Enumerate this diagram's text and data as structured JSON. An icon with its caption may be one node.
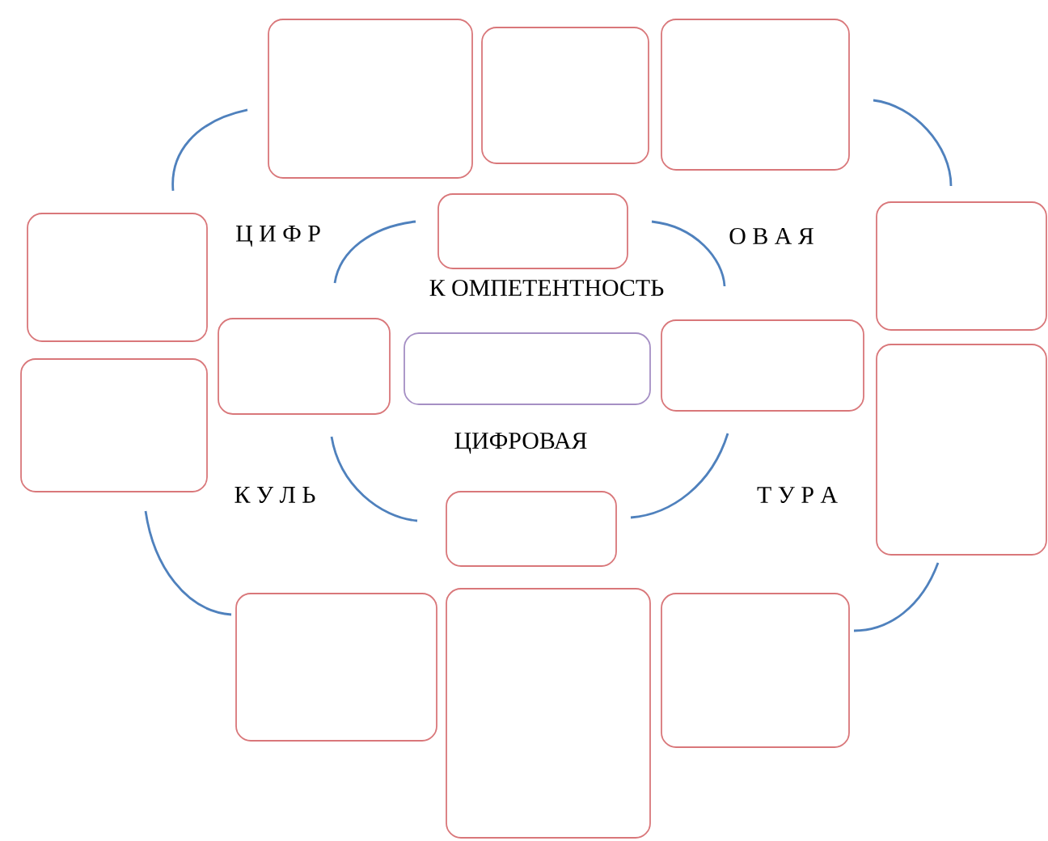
{
  "diagram": {
    "nodes": [
      {
        "text": [],
        "shape": "box"
      },
      {
        "text": [],
        "shape": "box"
      },
      {
        "text": [],
        "shape": "box"
      },
      {
        "text": [],
        "shape": "box"
      },
      {
        "text": [],
        "shape": "box"
      },
      {
        "text": [],
        "shape": "box"
      },
      {
        "text": [],
        "shape": "box"
      },
      {
        "text": [],
        "shape": "box"
      },
      {
        "text": [],
        "shape": "box"
      },
      {
        "text": [],
        "shape": "box"
      },
      {
        "text": [],
        "shape": "box"
      },
      {
        "text": [],
        "shape": "box"
      },
      {
        "text": [],
        "shape": "box"
      },
      {
        "text": [],
        "shape": "box"
      },
      {
        "text": [],
        "shape": "box"
      }
    ],
    "labels": [
      "Ц И Ф Р",
      "О В А Я",
      "К ОМПЕТЕНТНОСТЬ",
      "ЦИФРОВАЯ",
      "К У Л Ь",
      "Т У Р А"
    ]
  }
}
